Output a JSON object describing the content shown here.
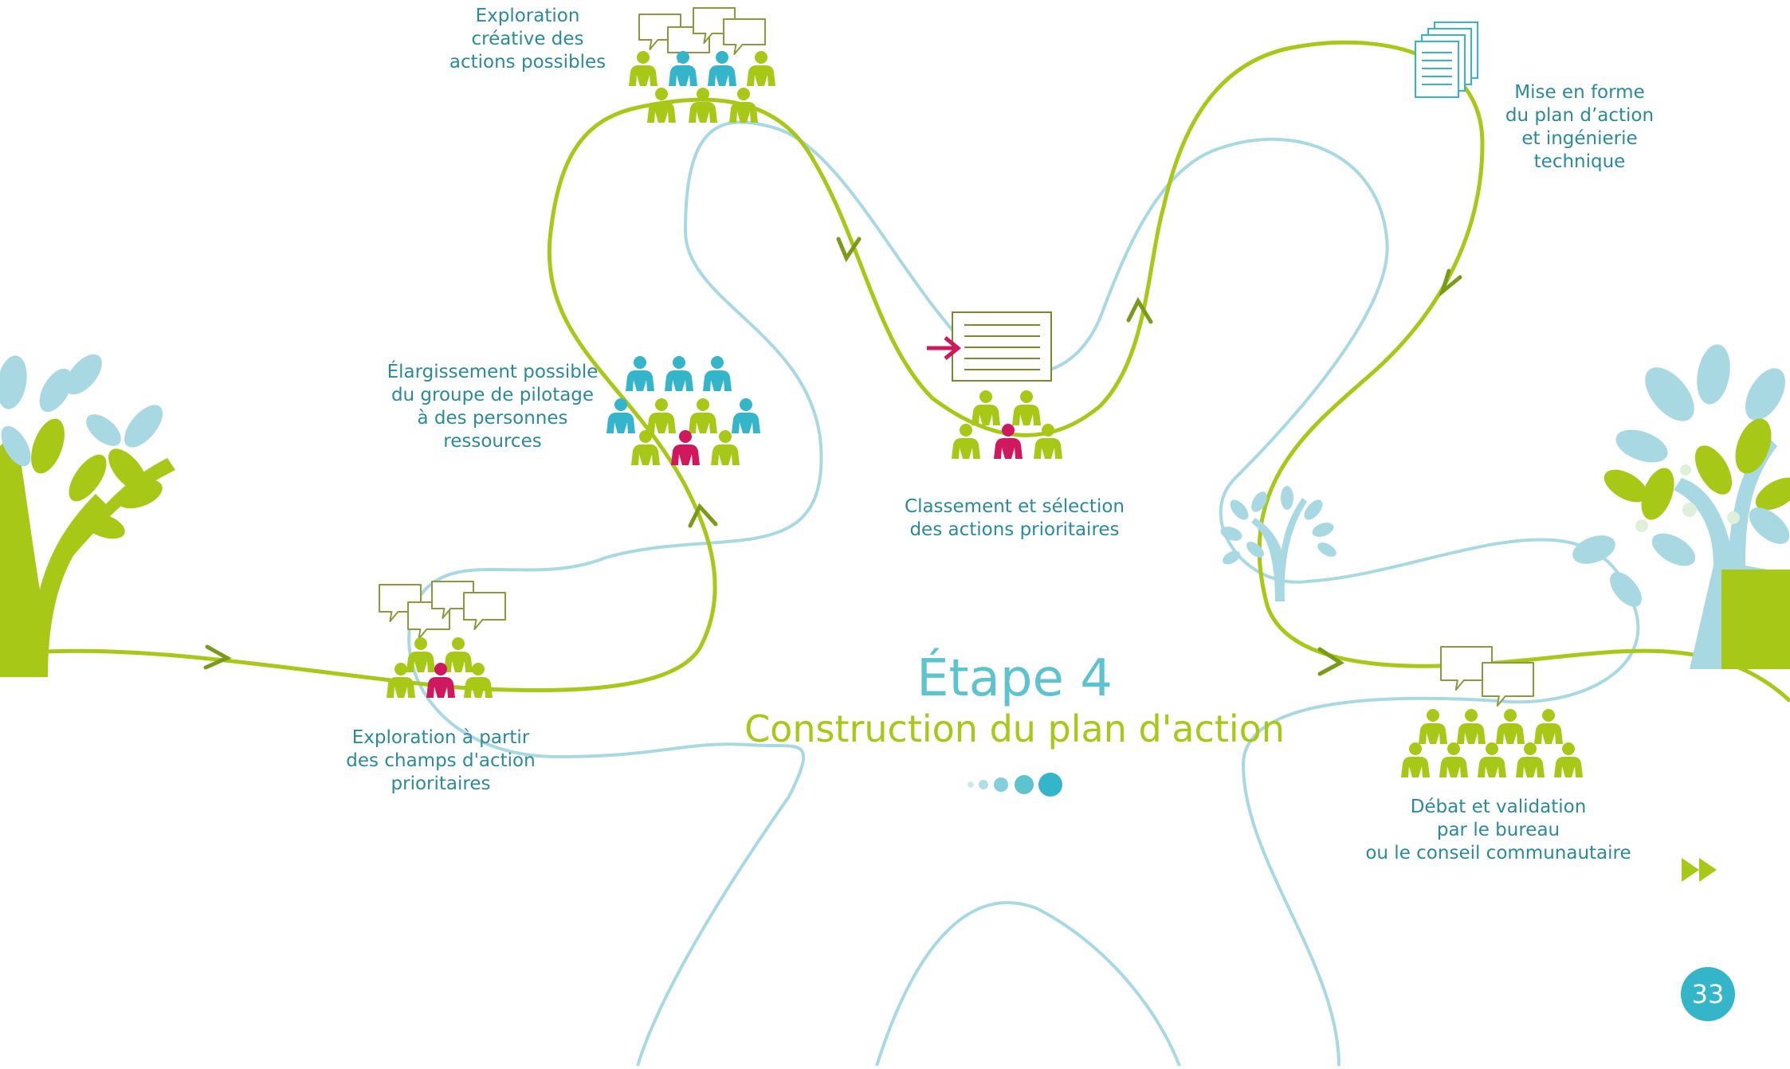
{
  "colors": {
    "green": "#a8c817",
    "teal_text": "#2a8a9a",
    "blue": "#35b5c9",
    "light_blue": "#a8d9e3",
    "magenta": "#d0185f",
    "olive_arrow": "#7a9a1a"
  },
  "step": {
    "number": "Étape 4",
    "title": "Construction du plan d'action"
  },
  "labels": {
    "exploration_champs": [
      "Exploration à partir",
      "des champs d'action",
      "prioritaires"
    ],
    "elargissement": [
      "Élargissement possible",
      "du groupe de pilotage",
      "à des personnes",
      "ressources"
    ],
    "exploration_creative": [
      "Exploration",
      "créative des",
      "actions possibles"
    ],
    "classement": [
      "Classement et sélection",
      "des actions prioritaires"
    ],
    "mise_en_forme": [
      "Mise en forme",
      "du plan d’action",
      "et ingénierie",
      "technique"
    ],
    "debat": [
      "Débat et validation",
      "par le bureau",
      "ou le conseil communautaire"
    ]
  },
  "icons": {
    "tree_left": "tree-icon",
    "tree_right": "tree-icon",
    "small_tree": "tree-icon",
    "documents": "documents-icon",
    "board": "list-board-icon",
    "speech": "speech-bubbles-icon",
    "people": "people-group-icon",
    "next": "fast-forward-icon"
  },
  "progress_dots": 5,
  "page_number": "33"
}
